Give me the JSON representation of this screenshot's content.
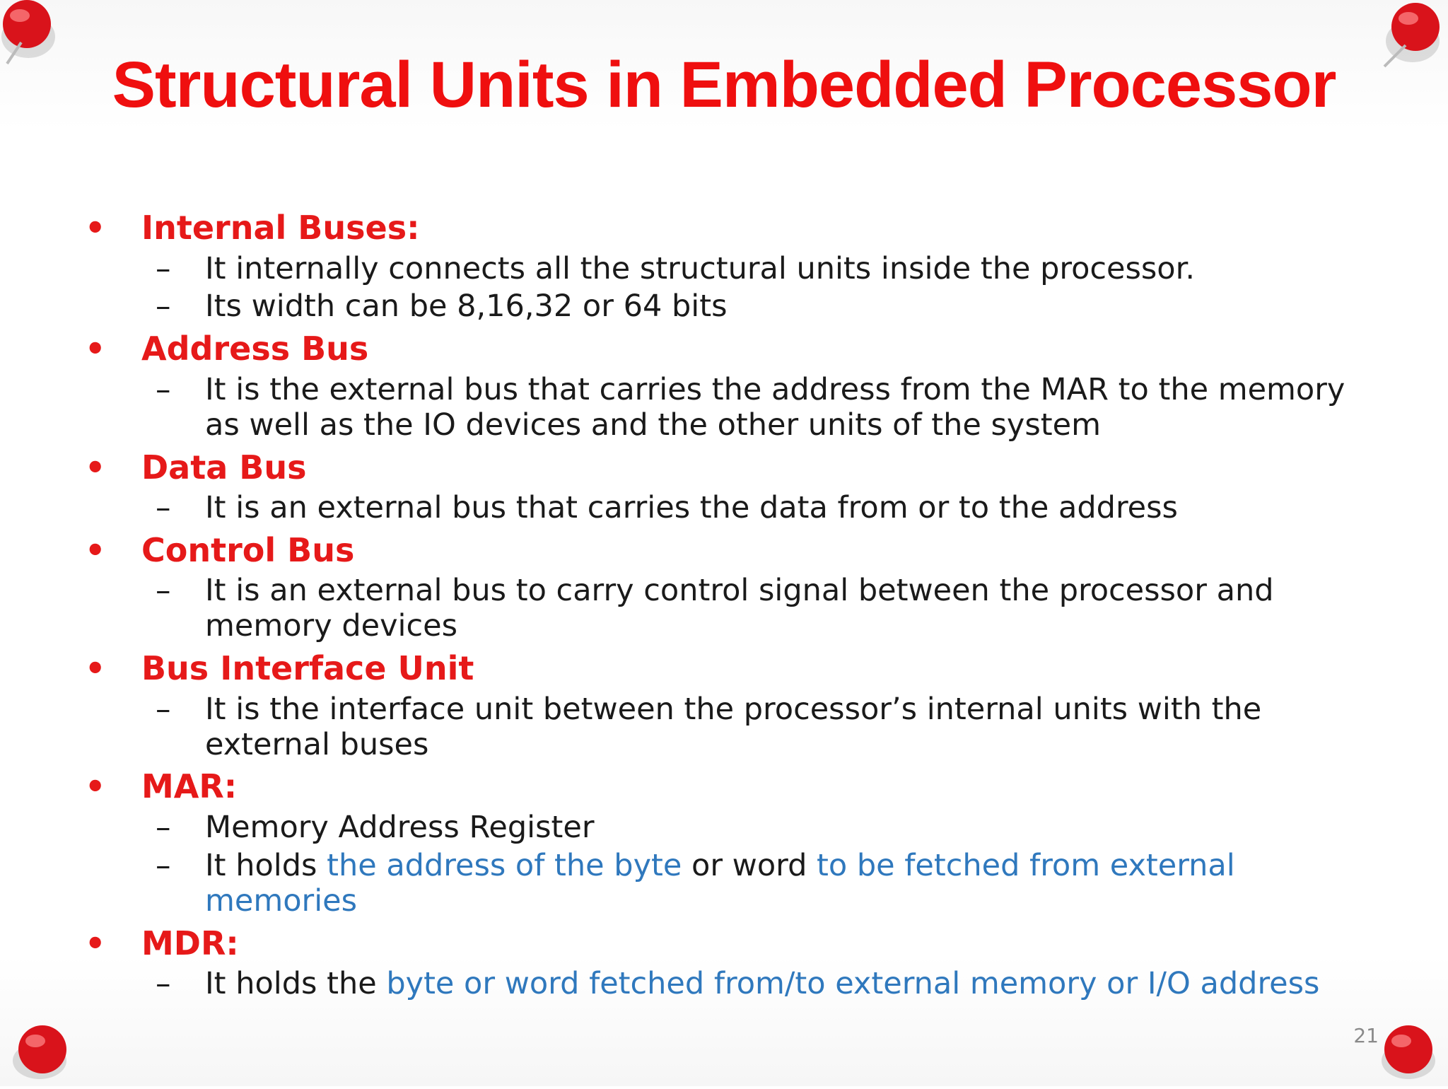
{
  "title": "Structural Units in Embedded Processor",
  "sections": [
    {
      "heading": "Internal Buses:",
      "items": [
        "It internally connects all the structural units inside the processor.",
        "Its width can be 8,16,32 or 64 bits"
      ]
    },
    {
      "heading": "Address Bus",
      "items": [
        "It is the external bus that carries the address from the MAR to the memory as well as the IO devices and the other units of the system"
      ]
    },
    {
      "heading": "Data Bus",
      "items": [
        "It is an external bus that carries the data from or to the address"
      ]
    },
    {
      "heading": "Control Bus",
      "items": [
        "It is an external bus to carry control signal between the processor and memory devices"
      ]
    },
    {
      "heading": "Bus Interface Unit",
      "items": [
        "It is the interface unit between the processor’s internal units with the external buses"
      ]
    },
    {
      "heading": "MAR:",
      "items": [
        "Memory Address Register",
        {
          "p1": "It holds ",
          "h1": "the address of the byte",
          "p2": " or word ",
          "h2": "to be fetched from external memories"
        }
      ]
    },
    {
      "heading": "MDR:",
      "items": [
        {
          "p1": "It holds the ",
          "h1": "byte or word fetched from/to external memory or I/O address"
        }
      ]
    }
  ],
  "bullet_glyph": "•",
  "dash_glyph": "–",
  "page_number": "21",
  "colors": {
    "heading": "#e61919",
    "title": "#ef0f0f",
    "highlight": "#2f78bd",
    "body_text": "#1a1a1a",
    "pin": "#d9131b"
  },
  "icons": [
    "pushpin-icon"
  ]
}
